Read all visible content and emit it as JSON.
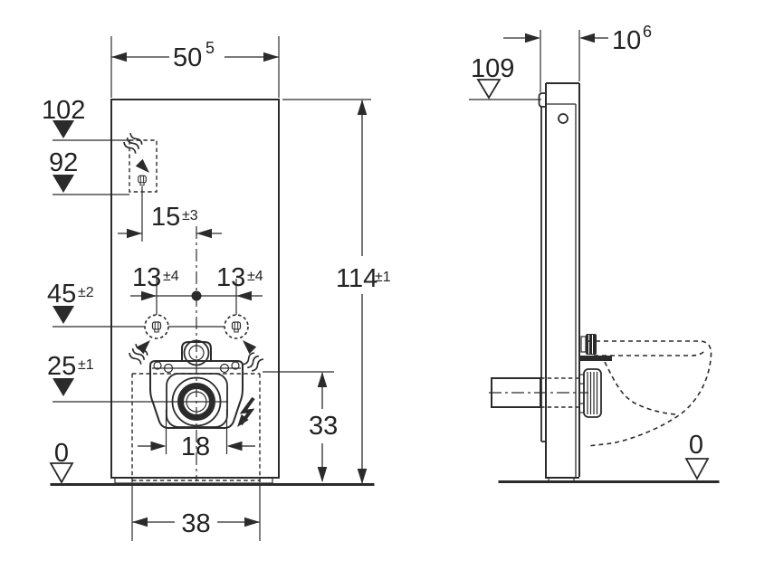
{
  "drawing": {
    "type": "installation-dimension-drawing",
    "colors": {
      "line": "#2b2b2b",
      "background": "#ffffff",
      "text": "#222222"
    }
  },
  "front_view": {
    "width_main": "50",
    "width_sup": "5",
    "height_main": "114",
    "height_tol": "±1",
    "datum_102": "102",
    "datum_92": "92",
    "offset_main": "15",
    "offset_tol": "±3",
    "bolt_left_main": "13",
    "bolt_left_tol": "±4",
    "bolt_right_main": "13",
    "bolt_right_tol": "±4",
    "datum_45_main": "45",
    "datum_45_tol": "±2",
    "datum_25_main": "25",
    "datum_25_tol": "±1",
    "datum_floor": "0",
    "outlet_width": "18",
    "opening_height": "33",
    "opening_width": "38"
  },
  "side_view": {
    "datum_109": "109",
    "depth_main": "10",
    "depth_sup": "6",
    "datum_floor": "0"
  }
}
